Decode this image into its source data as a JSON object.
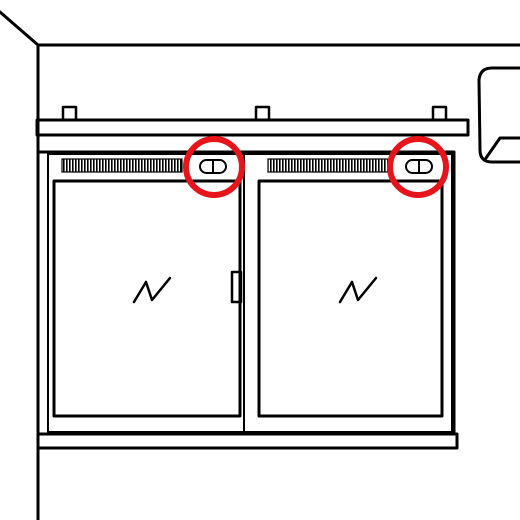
{
  "colors": {
    "line": "#000000",
    "background": "#ffffff",
    "highlight": "#e8141c"
  },
  "panes": [
    {
      "name": "left-pane",
      "glass_mark_icon": "glass-reflection-icon"
    },
    {
      "name": "right-pane",
      "glass_mark_icon": "glass-reflection-icon"
    }
  ],
  "highlights": [
    {
      "target": "left-window-latch",
      "shape": "circle"
    },
    {
      "target": "right-window-latch",
      "shape": "circle"
    }
  ]
}
